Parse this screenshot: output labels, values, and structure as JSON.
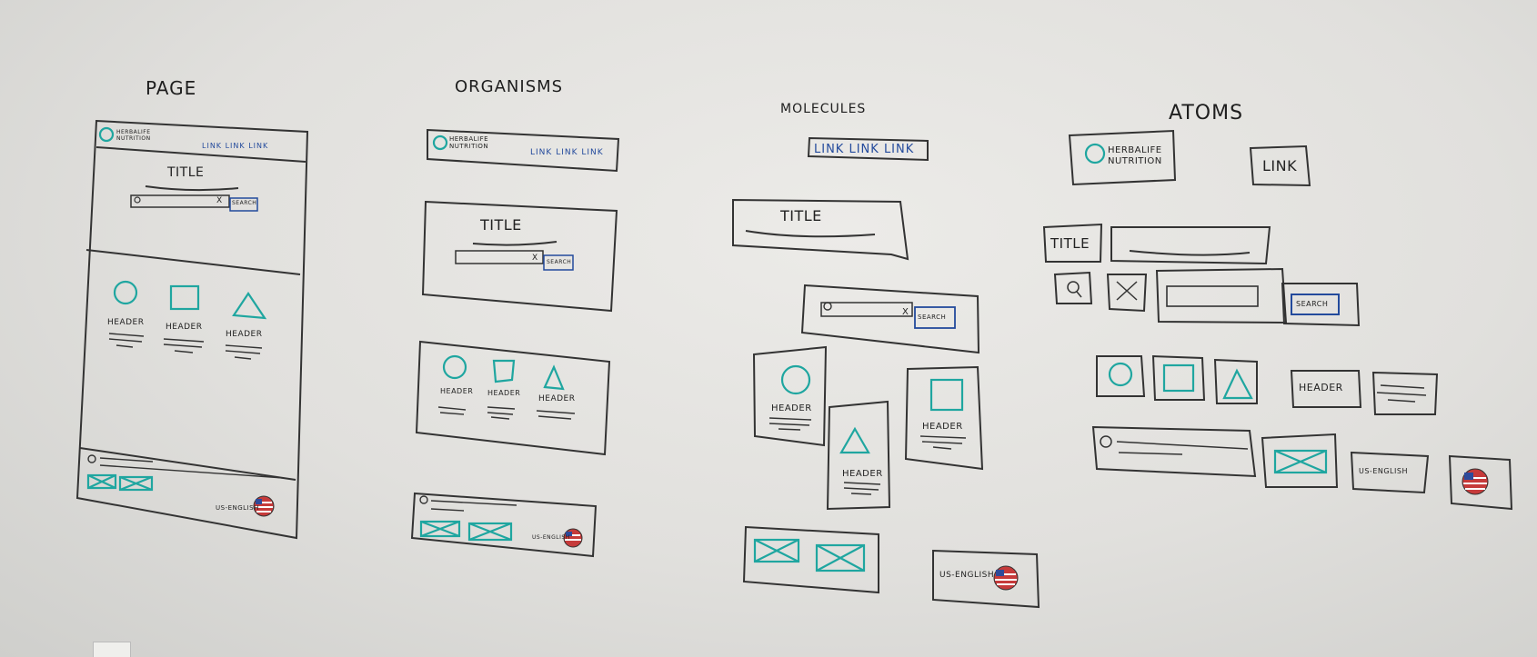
{
  "columns": [
    "PAGE",
    "ORGANISMS",
    "MOLECULES",
    "ATOMS"
  ],
  "labels": {
    "title": "TITLE",
    "link": "LINK",
    "search": "SEARCH",
    "header": "HEADER",
    "us_english": "US-ENGLISH",
    "logo_line1": "HERBALIFE",
    "logo_line2": "NUTRITION",
    "x": "X"
  },
  "colors": {
    "teal": "#1fa6a0",
    "blue": "#234a9c",
    "ink": "#2a2a2a",
    "wall": "#e4e3e0"
  }
}
